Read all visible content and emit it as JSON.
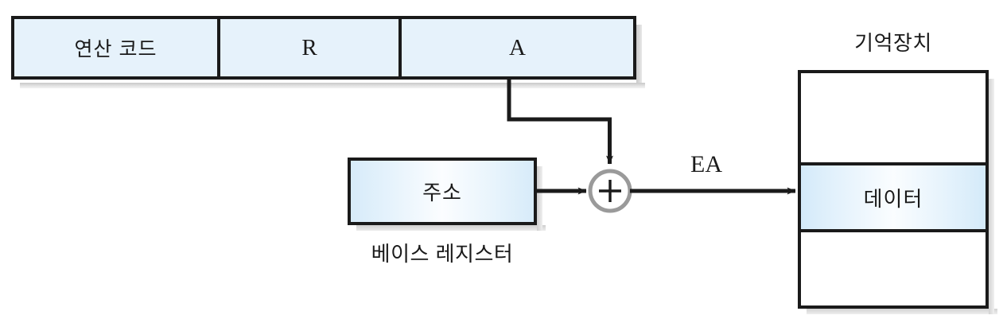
{
  "diagram": {
    "title": "Base-register addressing mode diagram",
    "instruction_word": {
      "name": "instruction-word",
      "fields": [
        {
          "id": "opcode",
          "label": "연산 코드",
          "script": "ko"
        },
        {
          "id": "register",
          "label": "R",
          "script": "latin"
        },
        {
          "id": "address",
          "label": "A",
          "script": "latin"
        }
      ]
    },
    "base_register": {
      "box_label": "주소",
      "caption": "베이스 레지스터"
    },
    "adder": {
      "symbol": "+",
      "stroke_color": "#9a9a9a"
    },
    "effective_address": {
      "label": "EA"
    },
    "memory": {
      "title": "기억장치",
      "rows": [
        {
          "id": "row-empty-top",
          "label": "",
          "highlighted": false
        },
        {
          "id": "row-data",
          "label": "데이터",
          "highlighted": true
        },
        {
          "id": "row-empty-bottom",
          "label": "",
          "highlighted": false
        }
      ]
    },
    "colors": {
      "line": "#1a1a1a",
      "box_fill_flat": "#e6f2fb",
      "box_fill_gradient_edge": "#d7ebf9",
      "box_fill_gradient_center": "#fbfdff",
      "shadow": "#d9d9d9",
      "adder_stroke": "#9a9a9a"
    }
  }
}
